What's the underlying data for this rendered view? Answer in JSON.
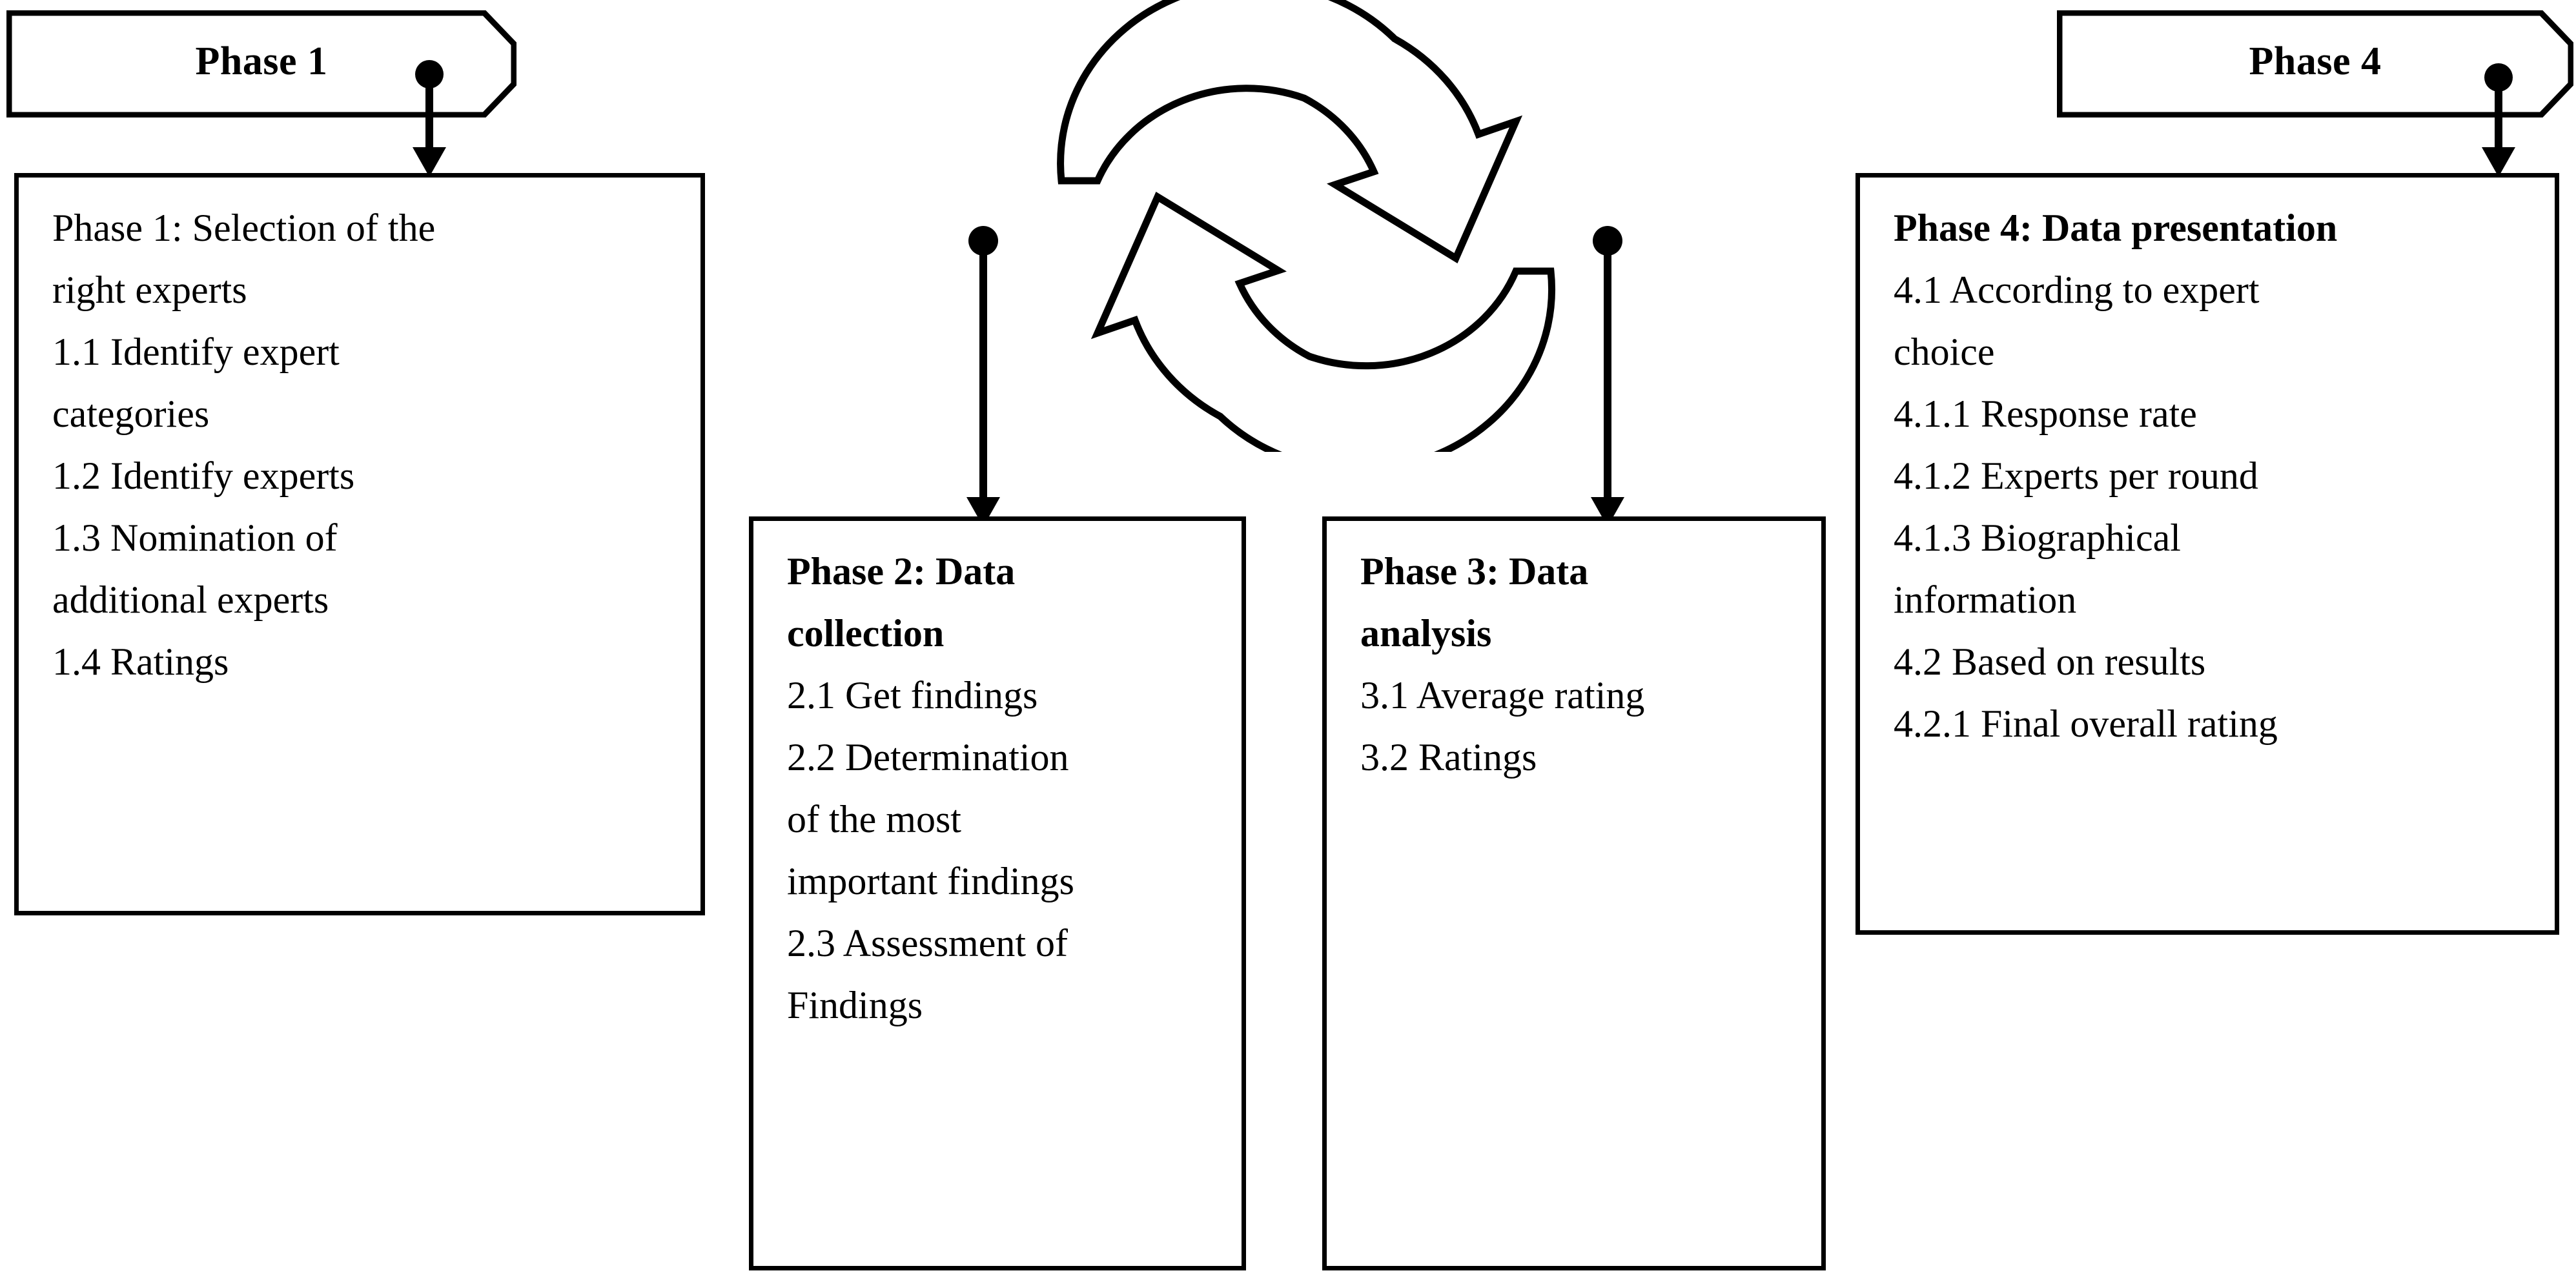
{
  "diagram": {
    "title": "Delphi study four-phase process diagram",
    "stroke_color": "#000000",
    "background_color": "#ffffff"
  },
  "tags": [
    {
      "id": "phase-1-tag",
      "label": "Phase 1"
    },
    {
      "id": "phase-4-tag",
      "label": "Phase 4"
    }
  ],
  "boxes": {
    "phase1": {
      "heading": "Phase 1: Selection of the",
      "heading_bold": false,
      "lines": [
        "Phase 1: Selection of the",
        "right experts",
        "1.1 Identify expert",
        "categories",
        "1.2 Identify experts",
        "1.3 Nomination of",
        "additional experts",
        "1.4 Ratings"
      ]
    },
    "phase2": {
      "heading": "Phase 2: Data collection",
      "heading_bold": true,
      "lines": [
        "Phase 2: Data",
        "collection",
        "2.1 Get findings",
        "2.2 Determination",
        "of the most",
        "important findings",
        "2.3 Assessment of",
        "Findings"
      ]
    },
    "phase3": {
      "heading": "Phase 3: Data analysis",
      "heading_bold": true,
      "lines": [
        "Phase 3: Data",
        "analysis",
        "3.1 Average rating",
        "3.2 Ratings"
      ]
    },
    "phase4": {
      "heading": "Phase 4: Data presentation",
      "heading_bold": true,
      "lines": [
        "Phase 4: Data presentation",
        "4.1 According to expert",
        "choice",
        "4.1.1 Response rate",
        "4.1.2 Experts per round",
        "4.1.3 Biographical",
        "information",
        "4.2 Based on results",
        "4.2.1 Final overall rating"
      ]
    }
  },
  "cycle": {
    "icon_name": "circular-cycle-arrows",
    "description": "Two hollow curved arrows forming a clockwise loop between Phase 2 and Phase 3"
  },
  "connectors": [
    {
      "id": "connector-phase1",
      "from": "phase-1-tag",
      "to": "phase1-box"
    },
    {
      "id": "connector-phase2",
      "from": "cycle",
      "to": "phase2-box"
    },
    {
      "id": "connector-phase3",
      "from": "cycle",
      "to": "phase3-box"
    },
    {
      "id": "connector-phase4",
      "from": "phase-4-tag",
      "to": "phase4-box"
    }
  ]
}
